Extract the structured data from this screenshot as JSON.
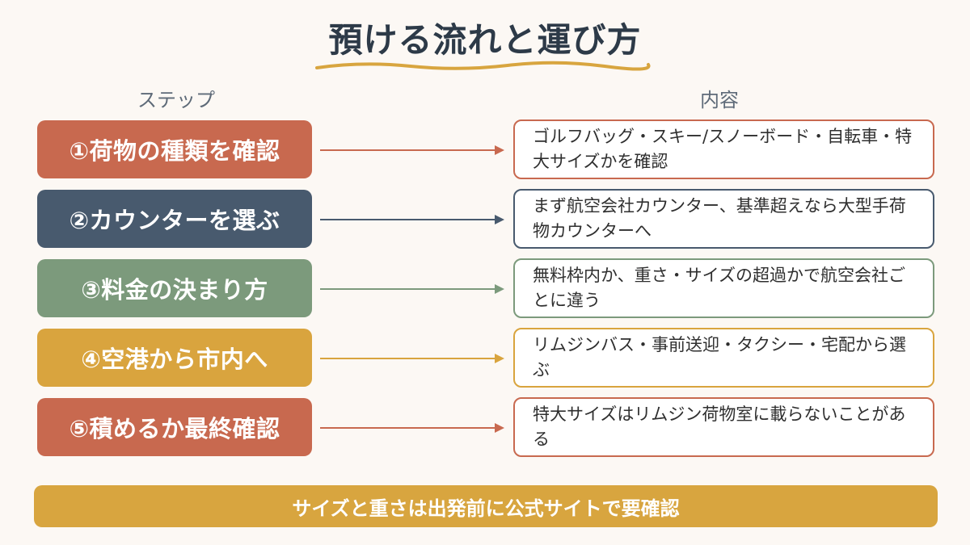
{
  "title": "預ける流れと運び方",
  "headers": {
    "left": "ステップ",
    "right": "内容"
  },
  "steps": [
    {
      "label": "①荷物の種類を確認",
      "detail": "ゴルフバッグ・スキー/スノーボード・自転車・特大サイズかを確認",
      "color": "#c8694f"
    },
    {
      "label": "②カウンターを選ぶ",
      "detail": "まず航空会社カウンター、基準超えなら大型手荷物カウンターへ",
      "color": "#485a6e"
    },
    {
      "label": "③料金の決まり方",
      "detail": "無料枠内か、重さ・サイズの超過かで航空会社ごとに違う",
      "color": "#7c9a7c"
    },
    {
      "label": "④空港から市内へ",
      "detail": "リムジンバス・事前送迎・タクシー・宅配から選ぶ",
      "color": "#d9a43e"
    },
    {
      "label": "⑤積めるか最終確認",
      "detail": "特大サイズはリムジン荷物室に載らないことがある",
      "color": "#c8694f"
    }
  ],
  "footer": "サイズと重さは出発前に公式サイトで要確認",
  "colors": {
    "accent": "#d8a53f",
    "title": "#2d3a48"
  }
}
